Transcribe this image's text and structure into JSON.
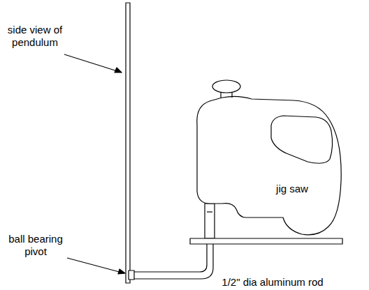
{
  "diagram": {
    "labels": [
      "side view of pendulum",
      "ball bearing pivot",
      "jig saw",
      "1/2\" dia aluminum rod"
    ]
  }
}
